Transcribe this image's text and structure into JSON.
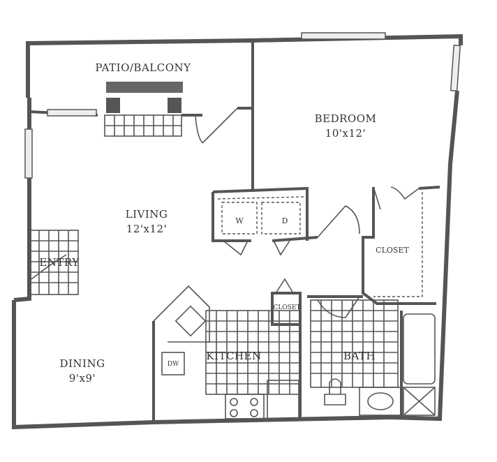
{
  "rooms": {
    "patio": {
      "name": "PATIO/BALCONY"
    },
    "bedroom": {
      "name": "BEDROOM",
      "size": "10'x12'"
    },
    "living": {
      "name": "LIVING",
      "size": "12'x12'"
    },
    "entry": {
      "name": "ENTRY"
    },
    "dining": {
      "name": "DINING",
      "size": "9'x9'"
    },
    "kitchen": {
      "name": "KITCHEN"
    },
    "bath": {
      "name": "BATH"
    },
    "bedroom_closet": {
      "name": "CLOSET"
    },
    "hall_closet": {
      "name": "CLOSET"
    }
  },
  "fixtures": {
    "washer": "W",
    "dryer": "D",
    "dishwasher": "DW"
  },
  "colors": {
    "wall": "#555555",
    "background": "#ffffff",
    "text": "#333333"
  }
}
